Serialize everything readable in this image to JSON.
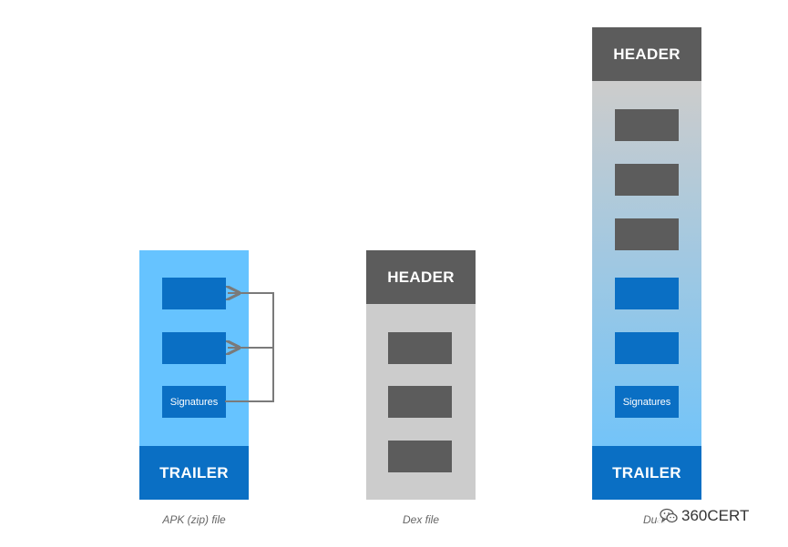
{
  "apk": {
    "signatures_label": "Signatures",
    "trailer_label": "TRAILER",
    "caption": "APK (zip) file"
  },
  "dex": {
    "header_label": "HEADER",
    "caption": "Dex file"
  },
  "dual": {
    "header_label": "HEADER",
    "signatures_label": "Signatures",
    "trailer_label": "TRAILER",
    "caption": "Dual fi"
  },
  "watermark": {
    "text": "360CERT",
    "icon": "wechat-icon"
  },
  "colors": {
    "light_blue": "#66c3ff",
    "dark_blue": "#0a6fc4",
    "light_grey": "#cccccc",
    "dark_grey": "#5c5c5c",
    "arrow": "#7a7a7a"
  }
}
